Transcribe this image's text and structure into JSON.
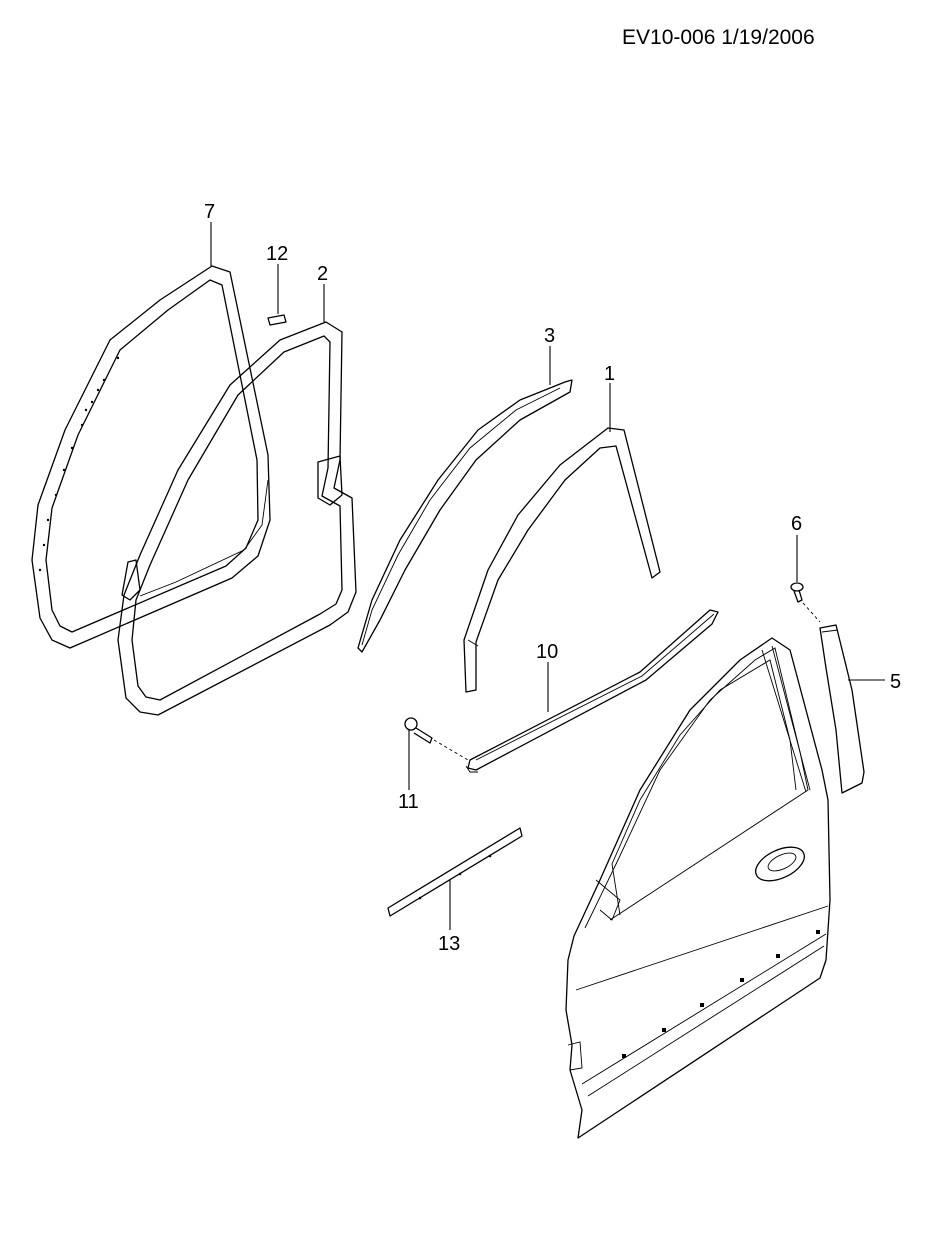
{
  "header": {
    "reference": "EV10-006  1/19/2006"
  },
  "callouts": [
    {
      "part": "door-weatherstrip-outer",
      "label": "7"
    },
    {
      "part": "clip",
      "label": "12"
    },
    {
      "part": "door-weatherstrip-inner",
      "label": "2"
    },
    {
      "part": "upper-molding",
      "label": "3"
    },
    {
      "part": "window-channel",
      "label": "1"
    },
    {
      "part": "screw-upper",
      "label": "6"
    },
    {
      "part": "pillar-trim",
      "label": "5"
    },
    {
      "part": "belt-molding",
      "label": "10"
    },
    {
      "part": "screw-lower",
      "label": "11"
    },
    {
      "part": "lower-strip",
      "label": "13"
    }
  ]
}
